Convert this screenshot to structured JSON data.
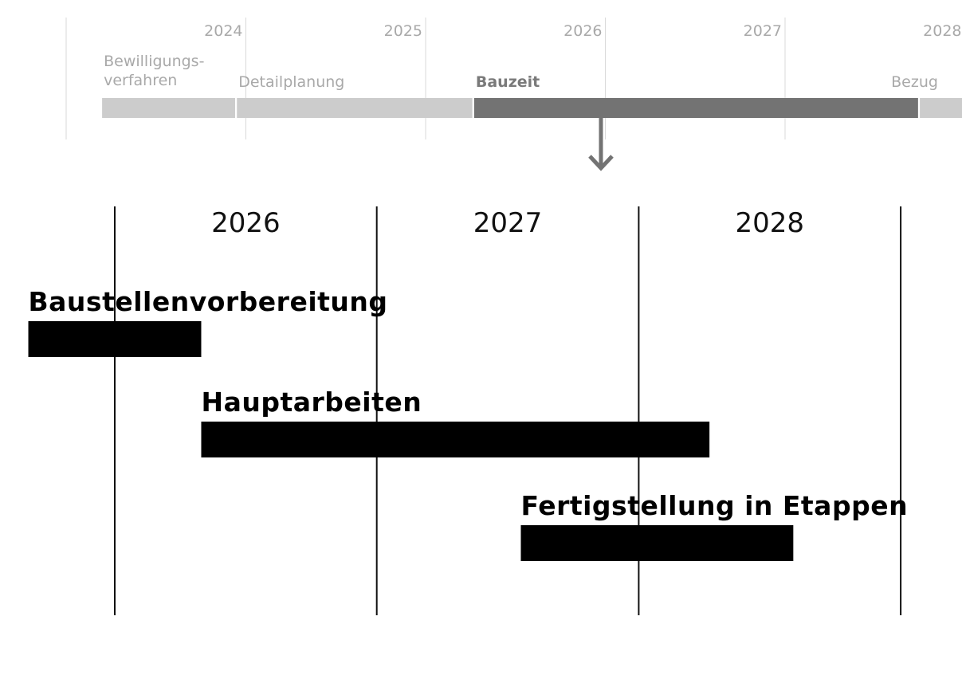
{
  "overview": {
    "years": [
      "2024",
      "2025",
      "2026",
      "2027",
      "2028"
    ],
    "phases": [
      {
        "label": "Bewilligungs-\nverfahren",
        "start": 2023.2,
        "end": 2023.94,
        "state": "inactive"
      },
      {
        "label": "Detailplanung",
        "start": 2023.95,
        "end": 2025.26,
        "state": "inactive"
      },
      {
        "label": "Bauzeit",
        "start": 2025.27,
        "end": 2027.74,
        "state": "active"
      },
      {
        "label": "Bezug",
        "start": 2027.75,
        "end": 2028.1,
        "state": "inactive"
      }
    ],
    "colors": {
      "inactive": "#cccccc",
      "active": "#737373",
      "text": "#a9a9a9",
      "grid": "#d9d9d9",
      "arrow": "#737373"
    }
  },
  "detail": {
    "years": [
      "2026",
      "2027",
      "2028"
    ],
    "tasks": [
      {
        "label": "Baustellenvorbereitung",
        "start": 2025.67,
        "end": 2026.33
      },
      {
        "label": "Hauptarbeiten",
        "start": 2026.33,
        "end": 2028.27
      },
      {
        "label": "Fertigstellung in Etappen",
        "start": 2027.55,
        "end": 2028.59
      }
    ],
    "colors": {
      "bar": "#000000",
      "grid": "#111111"
    }
  },
  "chart_data": [
    {
      "type": "bar",
      "orientation": "horizontal-timeline",
      "categories": [
        "Bewilligungs-\nverfahren",
        "Detailplanung",
        "Bauzeit",
        "Bezug"
      ],
      "ranges": [
        [
          2023.2,
          2023.94
        ],
        [
          2023.95,
          2025.26
        ],
        [
          2025.27,
          2027.74
        ],
        [
          2027.75,
          2028.1
        ]
      ],
      "tick_labels": [
        "2024",
        "2025",
        "2026",
        "2027",
        "2028"
      ],
      "xlim": [
        2023.0,
        2028.0
      ],
      "grid": true,
      "highlight": "Bauzeit"
    },
    {
      "type": "bar",
      "orientation": "horizontal-timeline",
      "categories": [
        "Baustellenvorbereitung",
        "Hauptarbeiten",
        "Fertigstellung in Etappen"
      ],
      "ranges": [
        [
          2025.67,
          2026.33
        ],
        [
          2026.33,
          2028.27
        ],
        [
          2027.55,
          2028.59
        ]
      ],
      "tick_labels": [
        "2026",
        "2027",
        "2028"
      ],
      "xlim": [
        2026.0,
        2029.0
      ],
      "grid": true
    }
  ]
}
